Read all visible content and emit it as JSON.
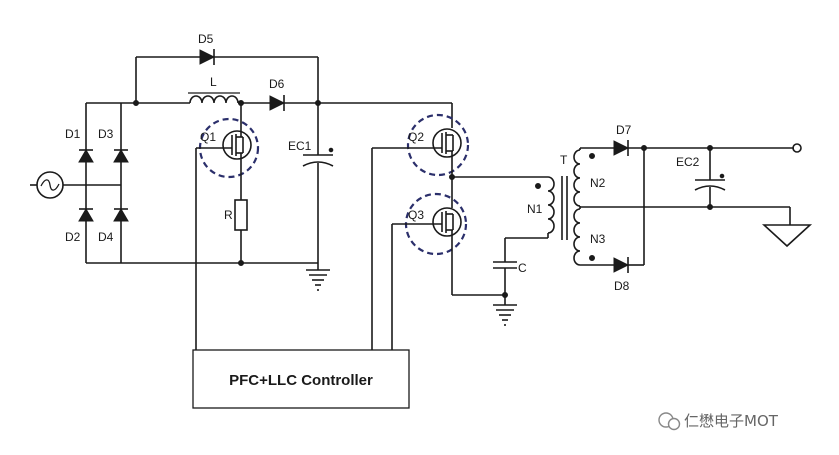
{
  "labels": {
    "D1": "D1",
    "D2": "D2",
    "D3": "D3",
    "D4": "D4",
    "D5": "D5",
    "D6": "D6",
    "D7": "D7",
    "D8": "D8",
    "L": "L",
    "Q1": "Q1",
    "Q2": "Q2",
    "Q3": "Q3",
    "R": "R",
    "EC1": "EC1",
    "EC2": "EC2",
    "C": "C",
    "T": "T",
    "N1": "N1",
    "N2": "N2",
    "N3": "N3"
  },
  "controller": "PFC+LLC Controller",
  "watermark": "仁懋电子MOT",
  "colors": {
    "line": "#1a1a1a",
    "highlight_ring": "#2b2f6b"
  }
}
